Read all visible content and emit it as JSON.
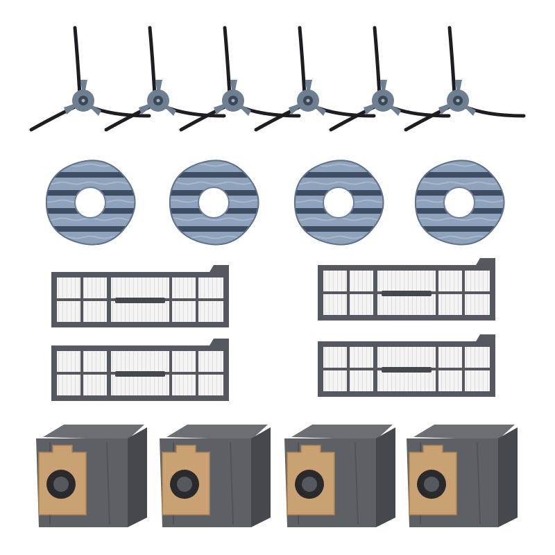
{
  "image": {
    "background": "#ffffff",
    "groups": [
      {
        "name": "side-brushes",
        "count": 6
      },
      {
        "name": "mop-pads",
        "count": 4
      },
      {
        "name": "hepa-filters",
        "count": 4
      },
      {
        "name": "dust-bags",
        "count": 4
      }
    ],
    "colors": {
      "brush_hub": "#6e7f92",
      "brush_hub_dark": "#3d4856",
      "brush_bristle": "#1e1e22",
      "mop_light": "#8fa2bb",
      "mop_dark": "#3f4d63",
      "filter_frame": "#55595f",
      "filter_media": "#f2f2f2",
      "bag_gray": "#5d6064",
      "bag_gray_dark": "#45484c",
      "bag_card": "#c9a173"
    }
  }
}
